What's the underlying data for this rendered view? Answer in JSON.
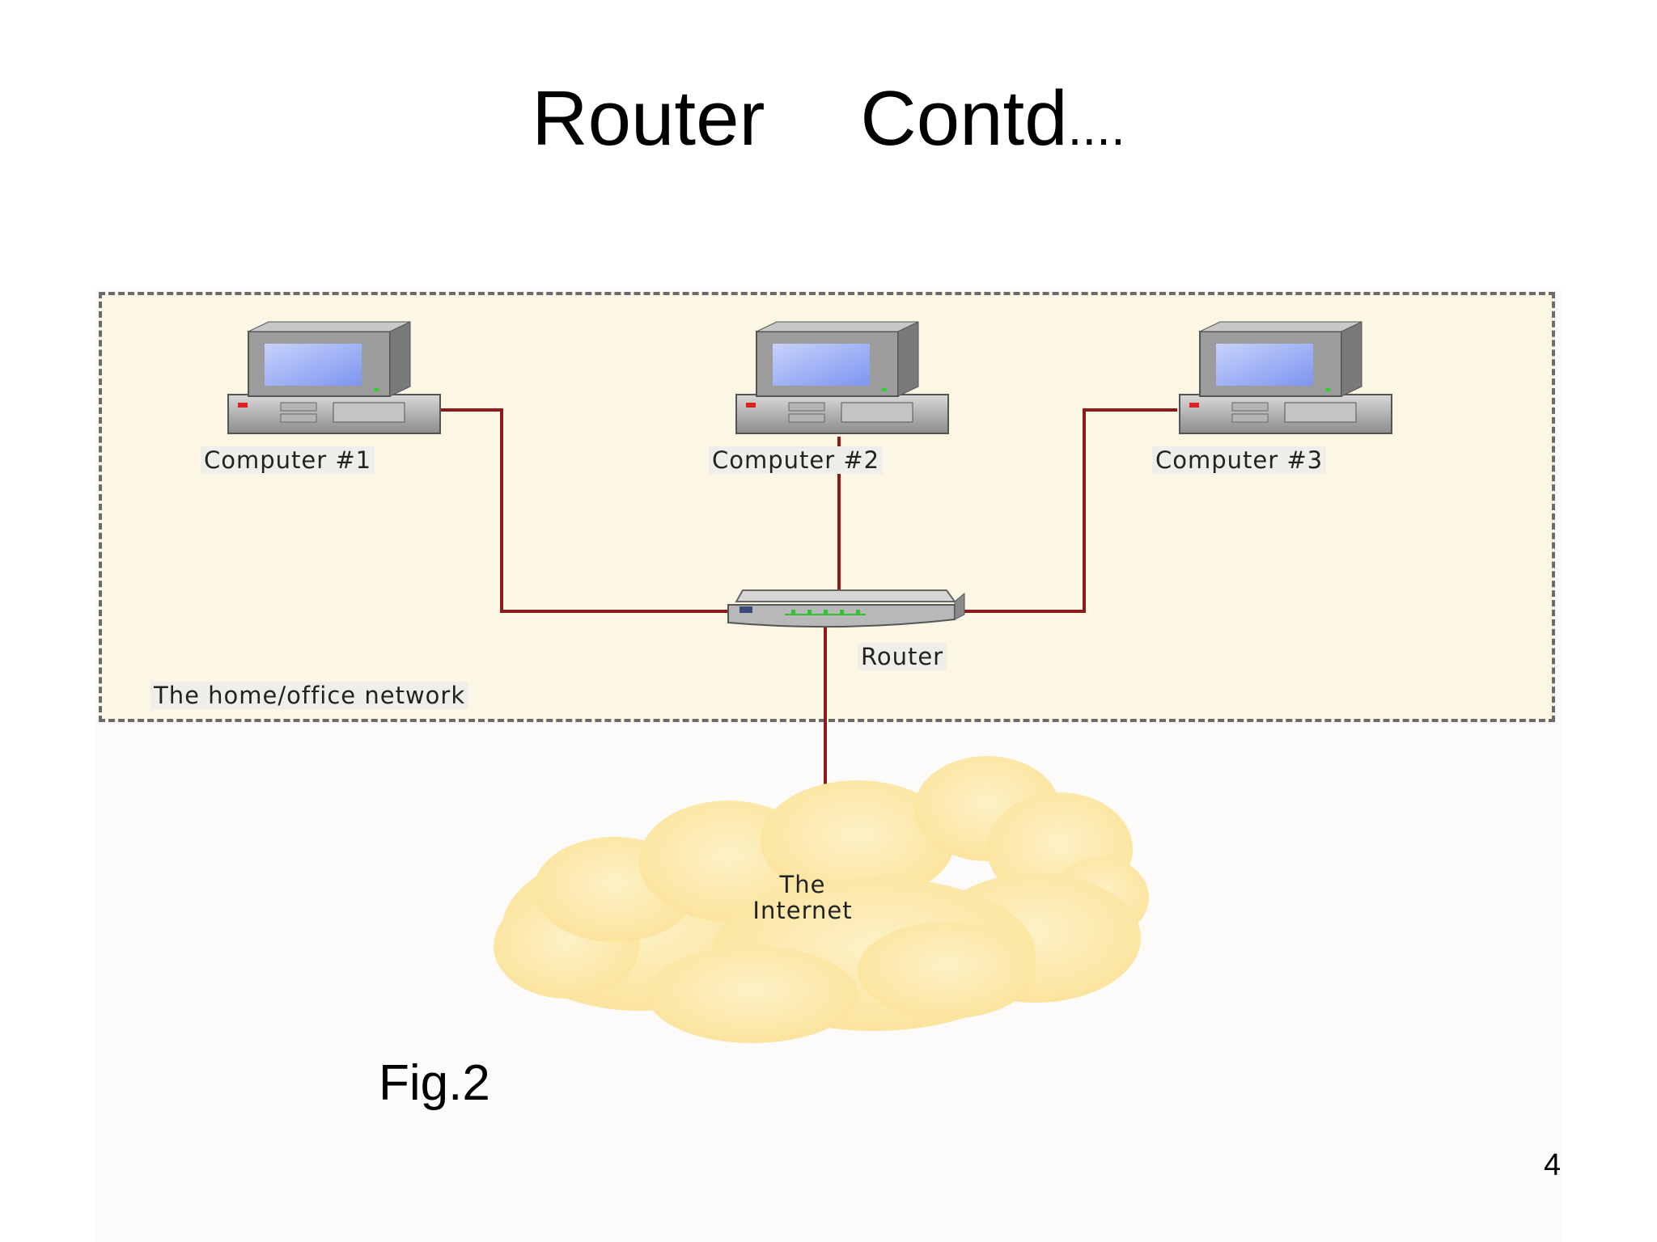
{
  "slide": {
    "title_main": "Router",
    "title_contd": "Contd",
    "title_dots": "....",
    "figure_label": "Fig.2",
    "page_number": "4"
  },
  "diagram": {
    "network_label": "The home/office network",
    "computers": [
      {
        "label": "Computer #1"
      },
      {
        "label": "Computer #2"
      },
      {
        "label": "Computer #3"
      }
    ],
    "router_label": "Router",
    "internet_label_line1": "The",
    "internet_label_line2": "Internet"
  },
  "colors": {
    "wire": "#8b1a1a",
    "network_box_fill": "#fcf6e5",
    "cloud": "#fde9a0",
    "screen": "#8ea6f4"
  },
  "icons": [
    "computer-icon",
    "router-icon",
    "cloud-icon"
  ]
}
